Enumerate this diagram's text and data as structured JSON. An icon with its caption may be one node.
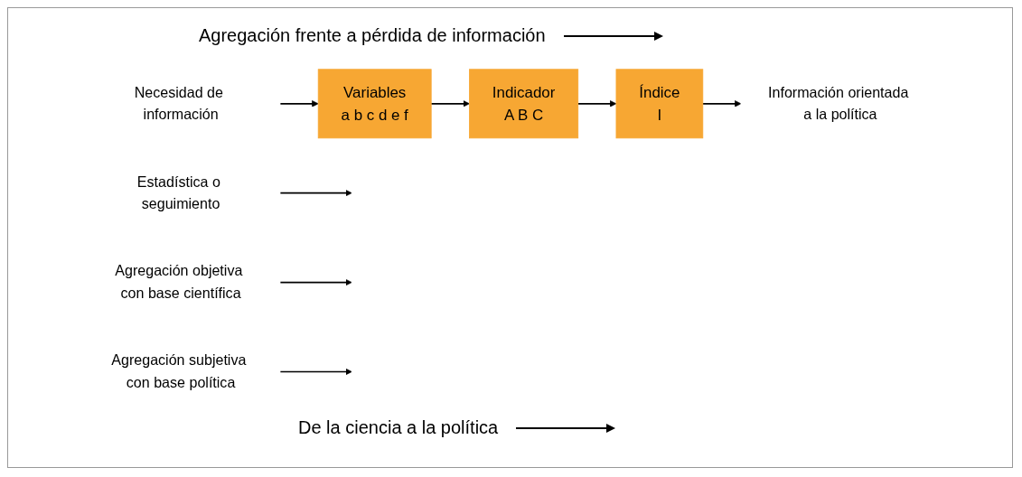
{
  "diagram": {
    "nodes": [
      {
        "text": [
          "Necesidad de información"
        ]
      },
      {
        "text": [
          "Variables",
          "a b c d e f"
        ]
      },
      {
        "text": [
          "Indicador",
          "A B C"
        ]
      },
      {
        "text": [
          "Índice",
          "I"
        ]
      },
      {
        "text": [
          "Información orientada a la política"
        ]
      },
      {
        "text": [
          "Estadística o seguimiento"
        ]
      },
      {
        "text": [
          "Agregación objetiva con base científica"
        ]
      },
      {
        "text": [
          "Agregación subjetiva con base política"
        ]
      }
    ],
    "edges": [
      {
        "from": 0,
        "to": 1,
        "arrow": "to"
      },
      {
        "from": 1,
        "to": 2,
        "arrow": "to"
      },
      {
        "from": 2,
        "to": 3,
        "arrow": "to"
      },
      {
        "from": 3,
        "to": 4,
        "arrow": "to"
      },
      {
        "from": 5,
        "to": null,
        "arrow": "to"
      },
      {
        "from": 6,
        "to": null,
        "arrow": "to"
      },
      {
        "from": 7,
        "to": null,
        "arrow": "to"
      }
    ],
    "labels": [
      "Agregación frente a pérdida de información",
      "De la ciencia a la política"
    ]
  }
}
